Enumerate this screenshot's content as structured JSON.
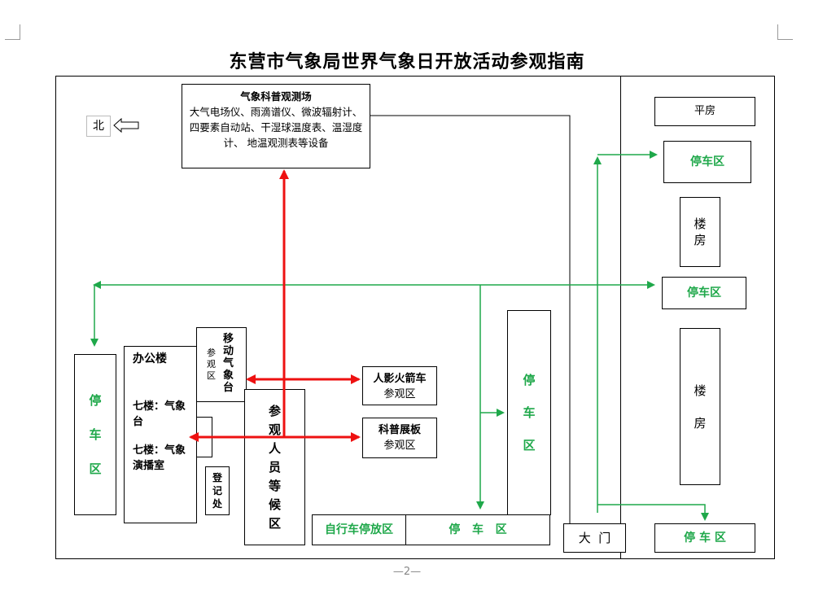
{
  "title": "东营市气象局世界气象日开放活动参观指南",
  "north_label": "北",
  "obs_field": {
    "title": "气象科普观测场",
    "desc": "大气电场仪、雨滴谱仪、微波辐射计、四要素自动站、干湿球温度表、温湿度计、 地温观测表等设备"
  },
  "pingfang": "平房",
  "parking_label": "停车区",
  "parking_top": "停车区",
  "parking_mid": "停车区",
  "parking_bottom": "停 车 区",
  "parking_left_chars": [
    "停",
    "车",
    "区"
  ],
  "parking_center_chars": [
    "停",
    "车",
    "区"
  ],
  "building_upper_chars": [
    "楼",
    "房"
  ],
  "building_lower_chars": [
    "楼",
    "房"
  ],
  "office": {
    "title": "办公楼",
    "floor1": "七楼：气象台",
    "floor2": "七楼：气象演播室"
  },
  "mobile_station": {
    "title": "移动气象台",
    "sub": "参观区"
  },
  "visitor_wait_chars": [
    "参",
    "观",
    "人",
    "员",
    "等",
    "候",
    "区"
  ],
  "register_chars": [
    "登",
    "记",
    "处"
  ],
  "rocket": {
    "title": "人影火箭车",
    "sub": "参观区"
  },
  "science_board": {
    "title": "科普展板",
    "sub": "参观区"
  },
  "bike_area": "自行车停放区",
  "parking_strip": "停   车   区",
  "main_gate": "大  门",
  "page_number": "—2—",
  "colors": {
    "green": "#1fa84a",
    "red": "#ee1111",
    "black": "#000000"
  }
}
